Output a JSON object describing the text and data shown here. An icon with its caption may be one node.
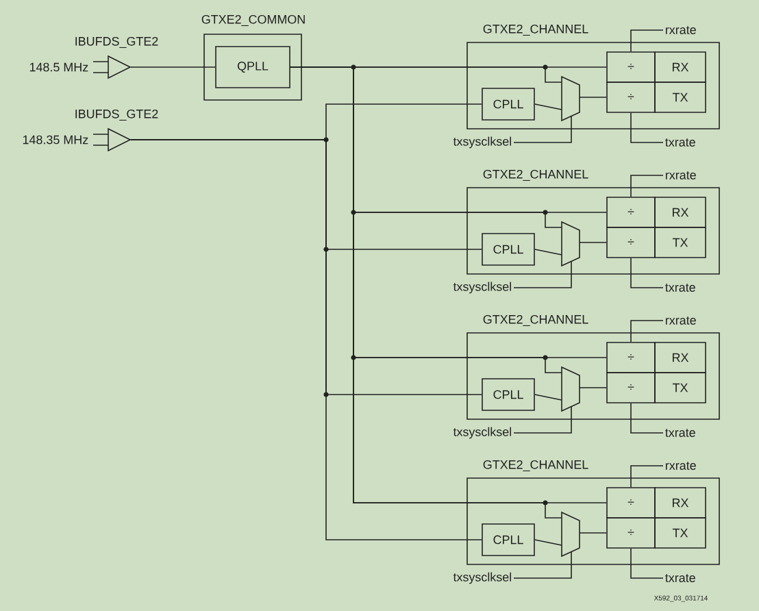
{
  "diagram": {
    "nodes": [
      {
        "text": [
          "IBUFDS_GTE2"
        ],
        "beside": [
          "148.5 MHz"
        ]
      },
      {
        "text": [
          "GTXE2_COMMON"
        ]
      },
      {
        "text": [
          "QPLL"
        ],
        "in": 1
      },
      {
        "text": [
          "IBUFDS_GTE2"
        ],
        "beside": [
          "148.35 MHz"
        ]
      },
      {
        "text": [
          "GTXE2_CHANNEL"
        ]
      },
      {
        "text": [
          "CPLL"
        ],
        "in": 4
      },
      {
        "text": [],
        "shape": "trapezoid",
        "in": 4
      },
      {
        "text": [
          "÷"
        ],
        "in": 4
      },
      {
        "text": [
          "RX"
        ],
        "in": 4
      },
      {
        "text": [
          "÷"
        ],
        "in": 4
      },
      {
        "text": [
          "TX"
        ],
        "in": 4
      },
      {
        "text": [
          "rxrate"
        ]
      },
      {
        "text": [
          "txrate"
        ]
      },
      {
        "text": [
          "txsysclksel"
        ]
      },
      {
        "text": [
          "GTXE2_CHANNEL"
        ]
      },
      {
        "text": [
          "CPLL"
        ],
        "in": 14
      },
      {
        "text": [],
        "shape": "trapezoid",
        "in": 14
      },
      {
        "text": [
          "÷"
        ],
        "in": 14
      },
      {
        "text": [
          "RX"
        ],
        "in": 14
      },
      {
        "text": [
          "÷"
        ],
        "in": 14
      },
      {
        "text": [
          "TX"
        ],
        "in": 14
      },
      {
        "text": [
          "rxrate"
        ]
      },
      {
        "text": [
          "txrate"
        ]
      },
      {
        "text": [
          "txsysclksel"
        ]
      },
      {
        "text": [
          "GTXE2_CHANNEL"
        ]
      },
      {
        "text": [
          "CPLL"
        ],
        "in": 24
      },
      {
        "text": [],
        "shape": "trapezoid",
        "in": 24
      },
      {
        "text": [
          "÷"
        ],
        "in": 24
      },
      {
        "text": [
          "RX"
        ],
        "in": 24
      },
      {
        "text": [
          "÷"
        ],
        "in": 24
      },
      {
        "text": [
          "TX"
        ],
        "in": 24
      },
      {
        "text": [
          "rxrate"
        ]
      },
      {
        "text": [
          "txrate"
        ]
      },
      {
        "text": [
          "txsysclksel"
        ]
      },
      {
        "text": [
          "GTXE2_CHANNEL"
        ]
      },
      {
        "text": [
          "CPLL"
        ],
        "in": 34
      },
      {
        "text": [],
        "shape": "trapezoid",
        "in": 34
      },
      {
        "text": [
          "÷"
        ],
        "in": 34
      },
      {
        "text": [
          "RX"
        ],
        "in": 34
      },
      {
        "text": [
          "÷"
        ],
        "in": 34
      },
      {
        "text": [
          "TX"
        ],
        "in": 34
      },
      {
        "text": [
          "rxrate"
        ]
      },
      {
        "text": [
          "txrate"
        ]
      },
      {
        "text": [
          "txsysclksel"
        ]
      }
    ],
    "edges": [
      {
        "from": 0,
        "to": 2,
        "arrow": "none"
      },
      {
        "from": 2,
        "to": 7,
        "arrow": "none"
      },
      {
        "from": 2,
        "to": 6,
        "arrow": "none"
      },
      {
        "from": 3,
        "to": 5,
        "arrow": "none"
      },
      {
        "from": 5,
        "to": 6,
        "arrow": "none"
      },
      {
        "from": 6,
        "to": 9,
        "arrow": "none"
      },
      {
        "from": 11,
        "to": 7,
        "arrow": "none"
      },
      {
        "from": 12,
        "to": 9,
        "arrow": "none"
      },
      {
        "from": 13,
        "to": 6,
        "arrow": "none"
      },
      {
        "from": 2,
        "to": 17,
        "arrow": "none"
      },
      {
        "from": 2,
        "to": 16,
        "arrow": "none"
      },
      {
        "from": 3,
        "to": 15,
        "arrow": "none"
      },
      {
        "from": 15,
        "to": 16,
        "arrow": "none"
      },
      {
        "from": 16,
        "to": 19,
        "arrow": "none"
      },
      {
        "from": 21,
        "to": 17,
        "arrow": "none"
      },
      {
        "from": 22,
        "to": 19,
        "arrow": "none"
      },
      {
        "from": 23,
        "to": 16,
        "arrow": "none"
      },
      {
        "from": 2,
        "to": 27,
        "arrow": "none"
      },
      {
        "from": 2,
        "to": 26,
        "arrow": "none"
      },
      {
        "from": 3,
        "to": 25,
        "arrow": "none"
      },
      {
        "from": 25,
        "to": 26,
        "arrow": "none"
      },
      {
        "from": 26,
        "to": 29,
        "arrow": "none"
      },
      {
        "from": 31,
        "to": 27,
        "arrow": "none"
      },
      {
        "from": 32,
        "to": 29,
        "arrow": "none"
      },
      {
        "from": 33,
        "to": 26,
        "arrow": "none"
      },
      {
        "from": 2,
        "to": 37,
        "arrow": "none"
      },
      {
        "from": 2,
        "to": 36,
        "arrow": "none"
      },
      {
        "from": 3,
        "to": 35,
        "arrow": "none"
      },
      {
        "from": 35,
        "to": 36,
        "arrow": "none"
      },
      {
        "from": 36,
        "to": 39,
        "arrow": "none"
      },
      {
        "from": 41,
        "to": 37,
        "arrow": "none"
      },
      {
        "from": 42,
        "to": 39,
        "arrow": "none"
      },
      {
        "from": 43,
        "to": 36,
        "arrow": "none"
      }
    ],
    "labels": [
      "X592_03_031714"
    ]
  }
}
